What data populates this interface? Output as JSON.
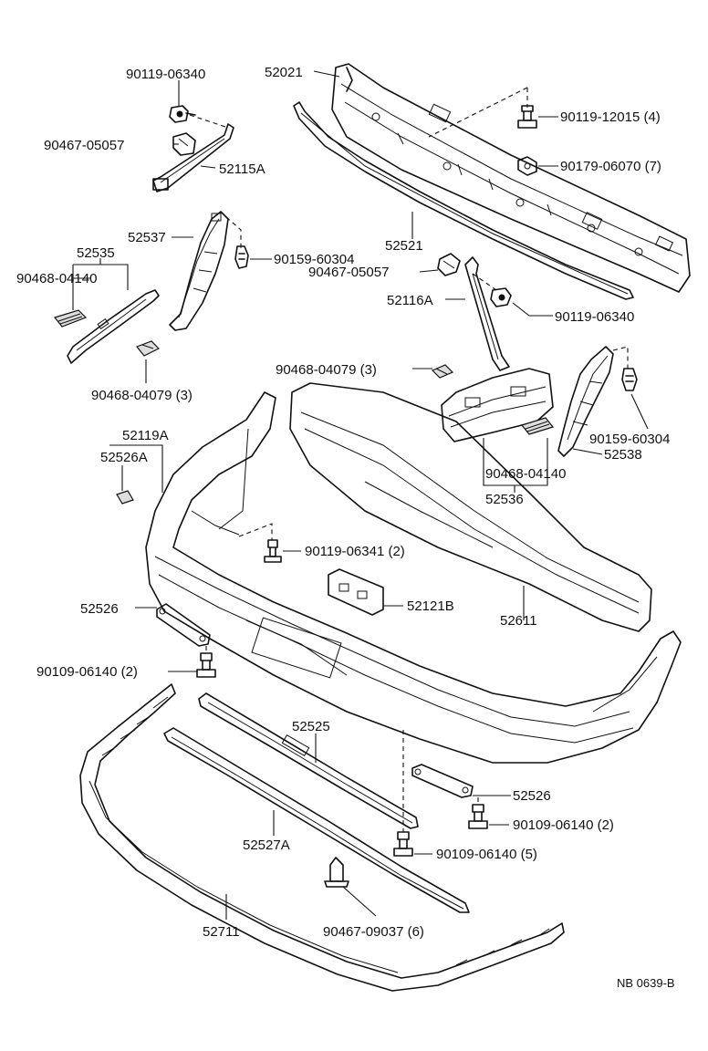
{
  "labels": {
    "p90119_06340_top": "90119-06340",
    "p90467_05057_top": "90467-05057",
    "p52115A": "52115A",
    "p52021": "52021",
    "p90119_12015": "90119-12015 (4)",
    "p90179_06070": "90179-06070 (7)",
    "p52537": "52537",
    "p52535": "52535",
    "p90468_04140_left": "90468-04140",
    "p90159_60304_left": "90159-60304",
    "p52521": "52521",
    "p90467_05057_mid": "90467-05057",
    "p52116A": "52116A",
    "p90119_06340_mid": "90119-06340",
    "p90468_04079_left": "90468-04079 (3)",
    "p90468_04079_mid": "90468-04079 (3)",
    "p52119A": "52119A",
    "p52526A": "52526A",
    "p90159_60304_right": "90159-60304",
    "p52538": "52538",
    "p90468_04140_right": "90468-04140",
    "p52536": "52536",
    "p90119_06341": "90119-06341 (2)",
    "p52526_left": "52526",
    "p52121B": "52121B",
    "p52611": "52611",
    "p90109_06140_left": "90109-06140 (2)",
    "p52525": "52525",
    "p52526_right": "52526",
    "p90109_06140_right": "90109-06140 (2)",
    "p52527A": "52527A",
    "p90109_06140_5": "90109-06140 (5)",
    "p52711": "52711",
    "p90467_09037": "90467-09037 (6)",
    "code": "NB  0639-B"
  }
}
